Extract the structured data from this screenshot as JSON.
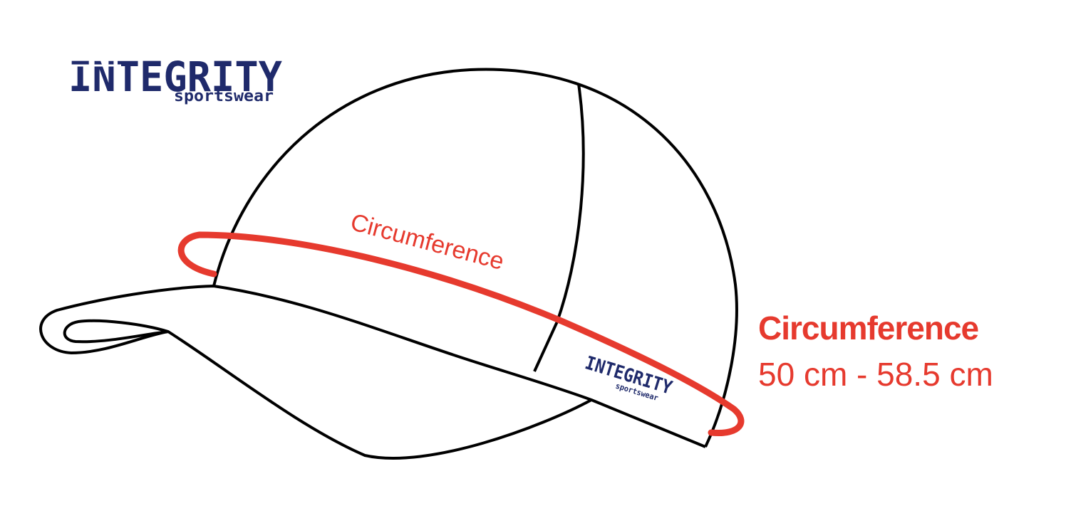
{
  "brand": {
    "name": "INTEGRITY",
    "tagline": "sportswear"
  },
  "measurement": {
    "curve_label": "Circumference",
    "title": "Circumference",
    "range": "50 cm - 58.5 cm"
  },
  "colors": {
    "accent": "#e63a2e",
    "brand": "#1f2a6b",
    "outline": "#000000",
    "background": "#ffffff"
  }
}
